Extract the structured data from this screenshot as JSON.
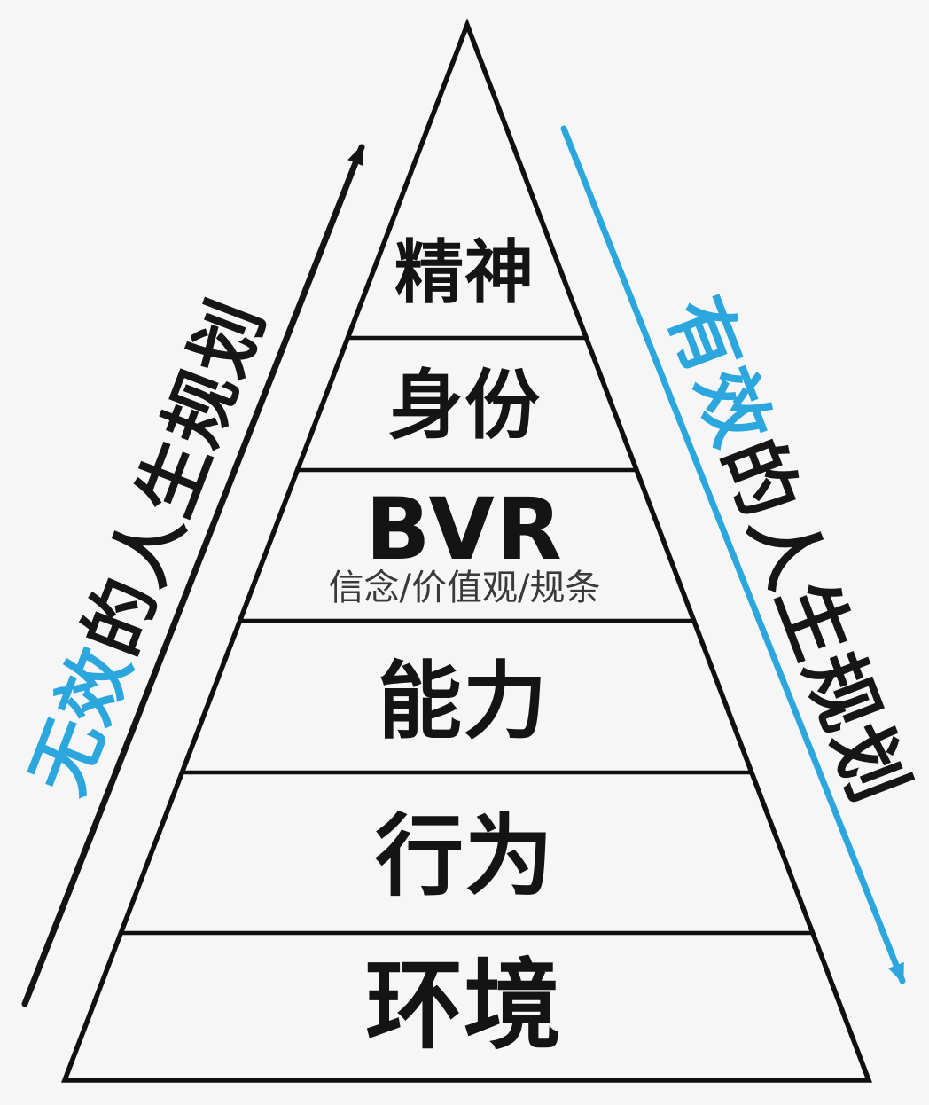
{
  "diagram": {
    "type": "pyramid-levels",
    "levels": [
      {
        "label": "精神"
      },
      {
        "label": "身份"
      },
      {
        "label": "BVR",
        "sublabel": "信念/价值观/规条"
      },
      {
        "label": "能力"
      },
      {
        "label": "行为"
      },
      {
        "label": "环境"
      }
    ],
    "left_caption": {
      "highlight": "无效",
      "rest": "的人生规划"
    },
    "right_caption": {
      "highlight": "有效",
      "rest": "的人生规划"
    },
    "colors": {
      "accent_blue": "#2ba7de",
      "line_black": "#141414",
      "background": "#f7f6f6"
    }
  }
}
